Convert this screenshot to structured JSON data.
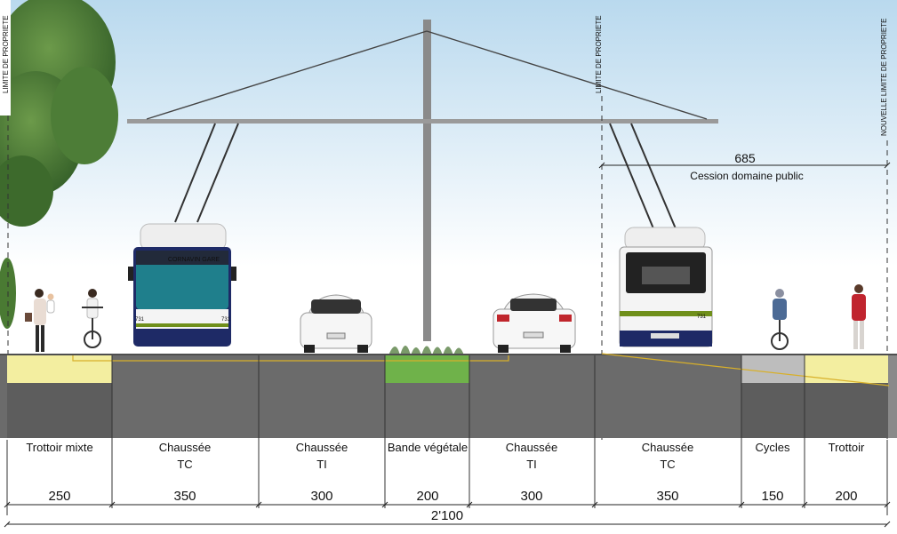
{
  "limits": {
    "left": "LIMITE DE PROPRIETE",
    "middle": "LIMITE DE PROPRIETE",
    "right": "NOUVELLE LIMITE DE PROPRIETE"
  },
  "cession": {
    "width": "685",
    "label": "Cession domaine public"
  },
  "bus_left": {
    "destination": "CORNAVIN GARE",
    "number_left": "731",
    "number_right": "731"
  },
  "bus_right": {
    "number": "731"
  },
  "segments": [
    {
      "label1": "Trottoir mixte",
      "label2": "",
      "width": "250"
    },
    {
      "label1": "Chaussée",
      "label2": "TC",
      "width": "350"
    },
    {
      "label1": "Chaussée",
      "label2": "TI",
      "width": "300"
    },
    {
      "label1": "Bande végétale",
      "label2": "",
      "width": "200"
    },
    {
      "label1": "Chaussée",
      "label2": "TI",
      "width": "300"
    },
    {
      "label1": "Chaussée",
      "label2": "TC",
      "width": "350"
    },
    {
      "label1": "Cycles",
      "label2": "",
      "width": "150"
    },
    {
      "label1": "Trottoir",
      "label2": "",
      "width": "200"
    }
  ],
  "total": "2'100",
  "colors": {
    "sky_top": "#b9d9ee",
    "road": "#6b6b6b",
    "road_dark": "#5a5a5a",
    "sidewalk": "#f3eea0",
    "green_strip": "#6fb24a",
    "cycle_lane": "#bdbdbd",
    "bus_teal": "#1f7f8c",
    "bus_navy": "#1e2a66",
    "bus_green_stripe": "#6f8f1a",
    "tree": "#3f6f2f"
  }
}
